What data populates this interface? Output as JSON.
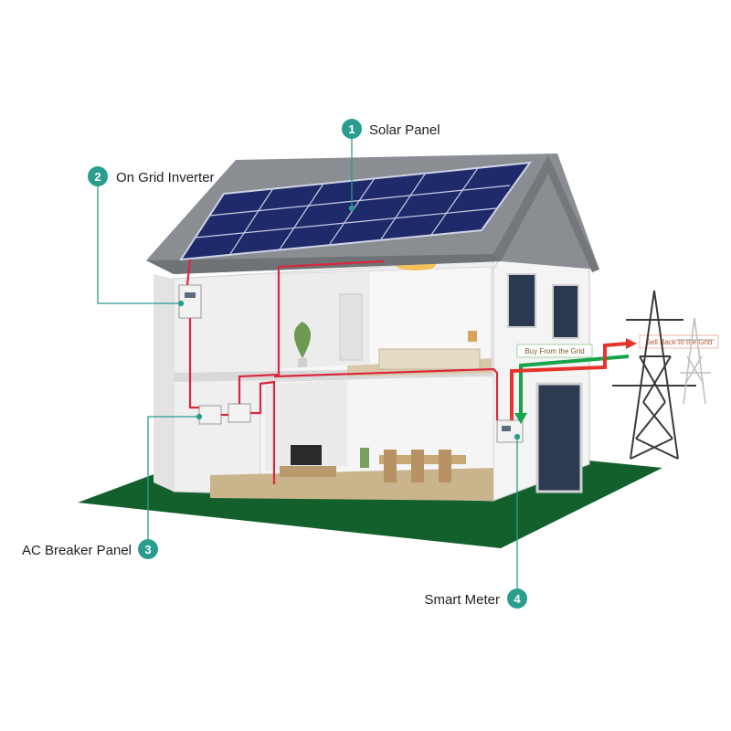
{
  "colors": {
    "callout": "#2a9d8f",
    "wire": "#d8283c",
    "buy_arrow": "#16a34a",
    "sell_arrow": "#e5342c",
    "ground": "#14602c",
    "panel": "#1f2a6b",
    "roof": "#8a8d92"
  },
  "callouts": [
    {
      "num": "1",
      "label": "Solar Panel"
    },
    {
      "num": "2",
      "label": "On Grid Inverter"
    },
    {
      "num": "3",
      "label": "AC Breaker Panel"
    },
    {
      "num": "4",
      "label": "Smart Meter"
    }
  ],
  "flows": {
    "buy": "Buy From the Grid",
    "sell": "Sell Back to the Grid"
  }
}
